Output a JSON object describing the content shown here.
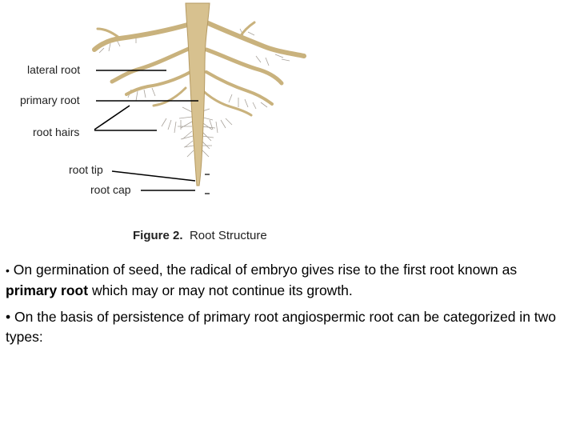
{
  "figure": {
    "labels": {
      "lateral_root": "lateral root",
      "primary_root": "primary root",
      "root_hairs": "root hairs",
      "root_tip": "root tip",
      "root_cap": "root cap"
    },
    "caption_bold": "Figure 2.",
    "caption_text": "Root Structure",
    "root_color": "#d7c18f",
    "root_edge_color": "#b59a62"
  },
  "bullets": [
    {
      "marker": "•",
      "text_before": "On germination of seed, the radical of embryo gives rise to the first root known as ",
      "bold": "primary root",
      "text_after": " which may or may not continue its growth."
    },
    {
      "marker": "•",
      "text": "On the basis of persistence of primary root angiospermic root can be categorized in two types:"
    }
  ]
}
